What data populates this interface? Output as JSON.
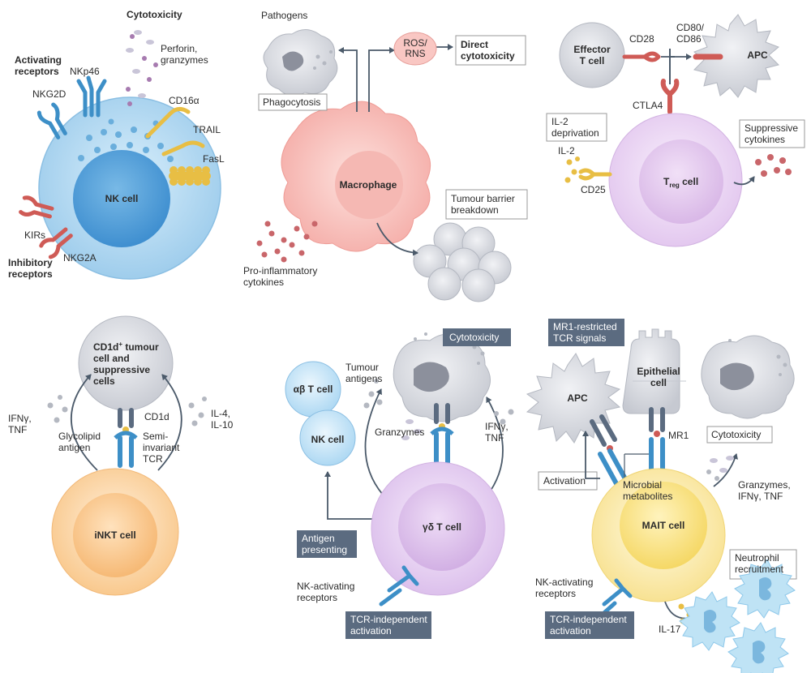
{
  "colors": {
    "nk_cell": "#a9d4f0",
    "macrophage": "#f7b7b3",
    "treg_cell": "#ead4f3",
    "inkt_cell": "#fbd2a4",
    "gd_t_cell": "#e2c9ee",
    "mait_cell": "#fbeaa6",
    "target_cell": "#d9dbe0",
    "neutrophil": "#bfe3f5",
    "receptor_blue": "#3d8fc7",
    "receptor_red": "#cf5b56",
    "receptor_yellow": "#e8be44",
    "dark_label_box": "#5b6b80"
  },
  "nk_panel": {
    "cytotoxicity": "Cytotoxicity",
    "activating": [
      "Activating",
      "receptors"
    ],
    "nkp46": "NKp46",
    "nkg2d": "NKG2D",
    "perforin": [
      "Perforin,",
      "granzymes"
    ],
    "cd16a": "CD16α",
    "trail": "TRAIL",
    "fasl": "FasL",
    "cell": "NK cell",
    "kirs": "KIRs",
    "nkg2a": "NKG2A",
    "inhibitory": [
      "Inhibitory",
      "receptors"
    ]
  },
  "macrophage_panel": {
    "pathogens": "Pathogens",
    "phagocytosis": "Phagocytosis",
    "ros": [
      "ROS/",
      "RNS"
    ],
    "direct": [
      "Direct",
      "cytotoxicity"
    ],
    "cell": "Macrophage",
    "tumour_barrier": [
      "Tumour barrier",
      "breakdown"
    ],
    "proinflammatory": [
      "Pro-inflammatory",
      "cytokines"
    ]
  },
  "treg_panel": {
    "effector": [
      "Effector",
      "T cell"
    ],
    "cd28": "CD28",
    "cd80": [
      "CD80/",
      "CD86"
    ],
    "apc": "APC",
    "ctla4": "CTLA4",
    "il2_deprivation": [
      "IL-2",
      "deprivation"
    ],
    "suppressive": [
      "Suppressive",
      "cytokines"
    ],
    "il2": "IL-2",
    "cd25": "CD25",
    "cell": "T",
    "cell_sub": "reg",
    "cell_suffix": " cell"
  },
  "inkt_panel": {
    "target": [
      "CD1d",
      "+",
      " tumour",
      "cell and",
      "suppressive",
      "cells"
    ],
    "ifng": [
      "IFNγ,",
      "TNF"
    ],
    "il4": [
      "IL-4,",
      "IL-10"
    ],
    "cd1d": "CD1d",
    "glycolipid": [
      "Glycolipid",
      "antigen"
    ],
    "semi": [
      "Semi-",
      "invariant",
      "TCR"
    ],
    "cell": "iNKT cell"
  },
  "gd_panel": {
    "cytotoxicity": "Cytotoxicity",
    "tumour_antigens": [
      "Tumour",
      "antigens"
    ],
    "ab_cell": "αβ T cell",
    "nk_cell": "NK cell",
    "granzymes": "Granzymes",
    "ifng": [
      "IFNγ,",
      "TNF"
    ],
    "cell": "γδ T cell",
    "antigen_presenting": [
      "Antigen",
      "presenting"
    ],
    "nk_receptors": [
      "NK-activating",
      "receptors"
    ],
    "tcr_independent": [
      "TCR-independent",
      "activation"
    ]
  },
  "mait_panel": {
    "mr1_signals": [
      "MR1-restricted",
      "TCR signals"
    ],
    "epithelial": [
      "Epithelial",
      "cell"
    ],
    "apc": "APC",
    "mr1": "MR1",
    "cytotoxicity": "Cytotoxicity",
    "activation": "Activation",
    "microbial": [
      "Microbial",
      "metabolites"
    ],
    "granzymes": [
      "Granzymes,",
      "IFNγ, TNF"
    ],
    "cell": "MAIT cell",
    "neutrophil": [
      "Neutrophil",
      "recruitment"
    ],
    "nk_receptors": [
      "NK-activating",
      "receptors"
    ],
    "tcr_independent": [
      "TCR-independent",
      "activation"
    ],
    "il17": "IL-17"
  }
}
